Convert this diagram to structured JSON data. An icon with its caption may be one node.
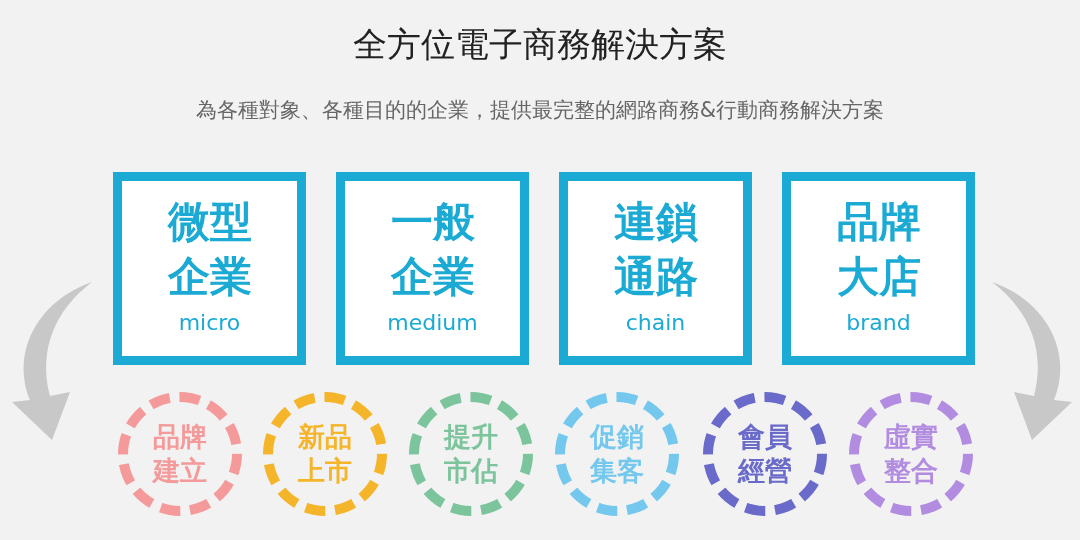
{
  "diagram": {
    "title": "全方位電子商務解決方案",
    "caption": "為各種對象、各種目的的企業，提供最完整的網路商務&行動商務解決方案",
    "nodes": [
      {
        "text": [
          "微型企業",
          "micro"
        ]
      },
      {
        "text": [
          "一般企業",
          "medium"
        ]
      },
      {
        "text": [
          "連鎖通路",
          "chain"
        ]
      },
      {
        "text": [
          "品牌大店",
          "brand"
        ]
      },
      {
        "text": [
          "品牌建立"
        ]
      },
      {
        "text": [
          "新品上市"
        ]
      },
      {
        "text": [
          "提升市佔"
        ]
      },
      {
        "text": [
          "促銷集客"
        ]
      },
      {
        "text": [
          "會員經營"
        ]
      },
      {
        "text": [
          "虛實整合"
        ]
      }
    ],
    "edges": []
  }
}
